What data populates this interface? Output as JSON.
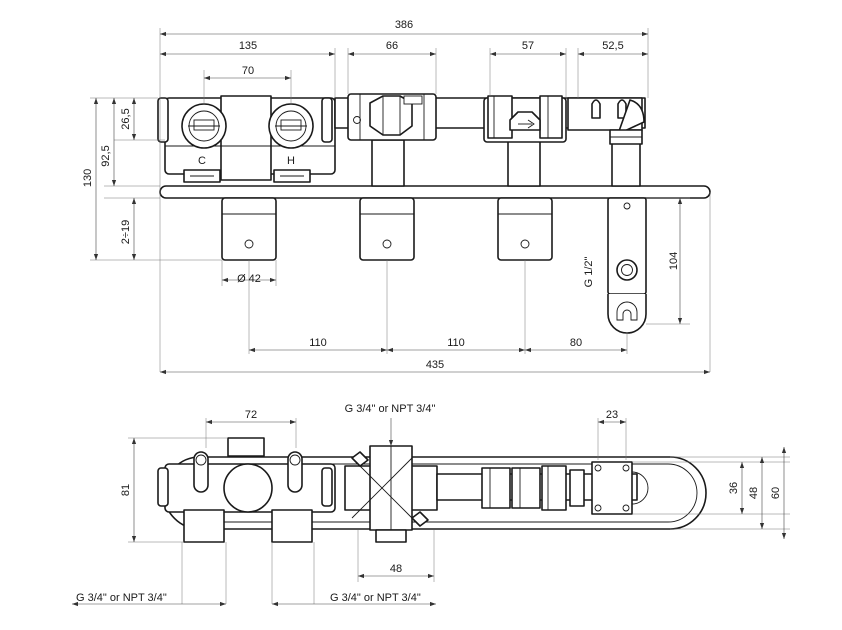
{
  "front_view": {
    "overall_top": "386",
    "spacing_a": "135",
    "spacing_b": "66",
    "spacing_c": "57",
    "spacing_d": "52,5",
    "inlet_spacing": "70",
    "height_a": "26,5",
    "height_b": "92,5",
    "height_c": "130",
    "wall_range": "2÷19",
    "knob_diameter": "Ø 42",
    "thread_outlet": "G 1/2\"",
    "height_d": "104",
    "axis_1": "110",
    "axis_2": "110",
    "axis_3": "80",
    "overall_bottom": "435",
    "label_cold": "C",
    "label_hot": "H"
  },
  "top_view": {
    "inlet_spacing": "72",
    "thread_top": "G 3/4\" or NPT 3/4\"",
    "bracket_width": "23",
    "height_a": "81",
    "height_b": "36",
    "height_c": "48",
    "height_d": "60",
    "outlet_width": "48",
    "thread_left": "G 3/4\" or NPT 3/4\"",
    "thread_right": "G 3/4\" or NPT 3/4\""
  }
}
